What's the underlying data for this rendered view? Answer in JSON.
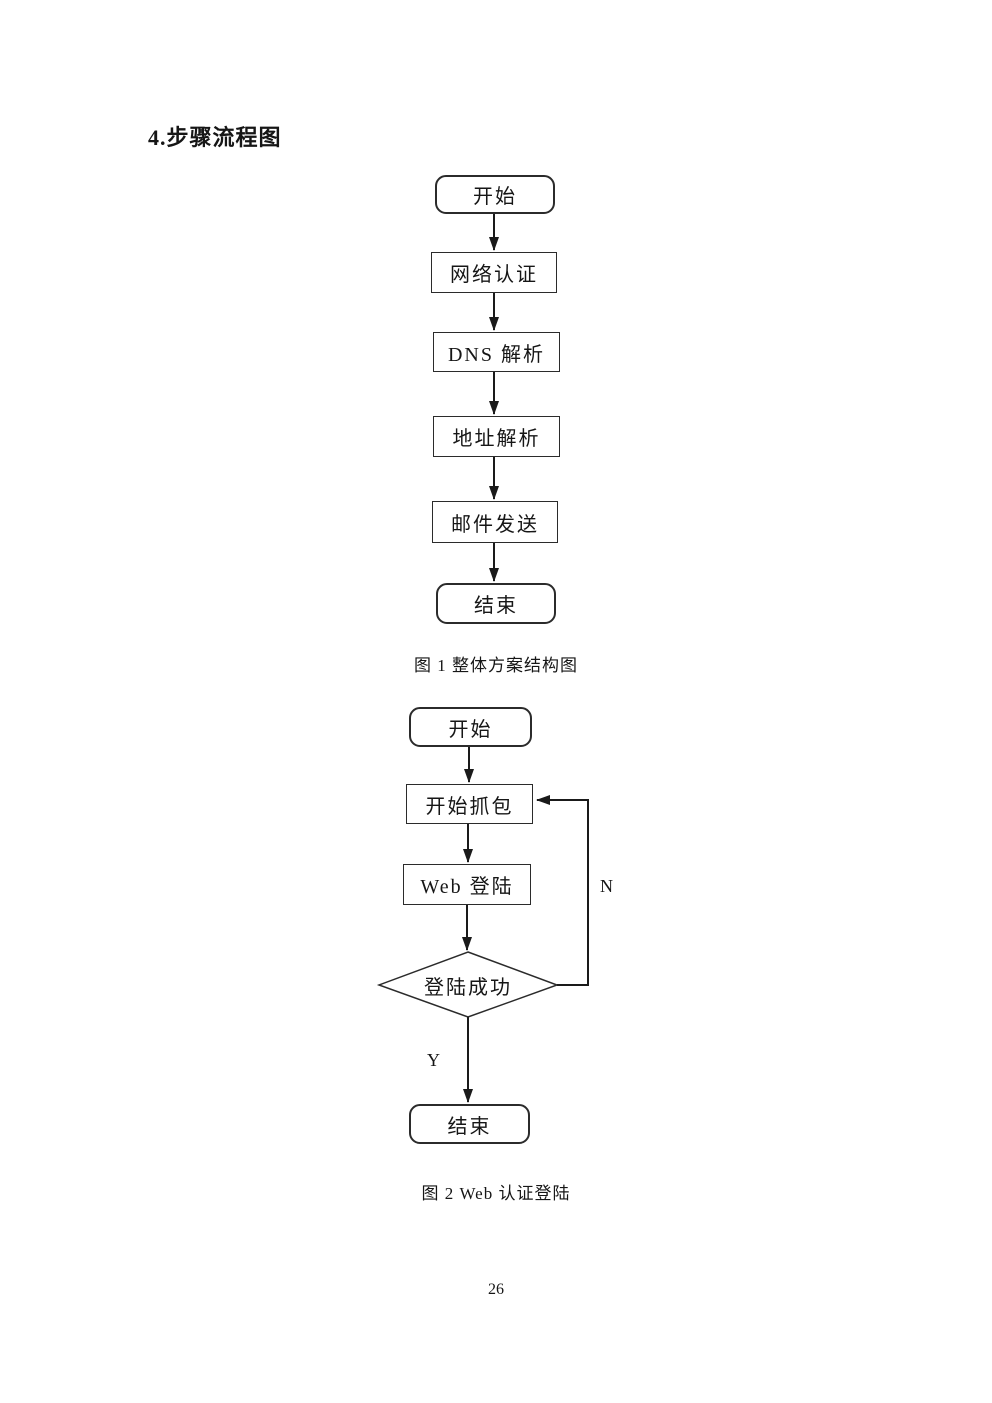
{
  "page": {
    "heading": "4.步骤流程图",
    "page_number": "26"
  },
  "figure1": {
    "type": "flowchart",
    "caption": "图 1 整体方案结构图",
    "nodes": {
      "start": "开始",
      "auth": "网络认证",
      "dns": "DNS 解析",
      "addr": "地址解析",
      "mail": "邮件发送",
      "end": "结束"
    },
    "edges": [
      [
        "开始",
        "网络认证"
      ],
      [
        "网络认证",
        "DNS 解析"
      ],
      [
        "DNS 解析",
        "地址解析"
      ],
      [
        "地址解析",
        "邮件发送"
      ],
      [
        "邮件发送",
        "结束"
      ]
    ]
  },
  "figure2": {
    "type": "flowchart",
    "caption": "图 2 Web 认证登陆",
    "nodes": {
      "start": "开始",
      "capture": "开始抓包",
      "web_login": "Web 登陆",
      "decision": "登陆成功",
      "end": "结束"
    },
    "branch_labels": {
      "no": "N",
      "yes": "Y"
    },
    "edges": [
      [
        "开始",
        "开始抓包"
      ],
      [
        "开始抓包",
        "Web 登陆"
      ],
      [
        "Web 登陆",
        "登陆成功"
      ],
      [
        "登陆成功",
        "结束",
        "Y"
      ],
      [
        "登陆成功",
        "开始抓包",
        "N"
      ]
    ]
  },
  "colors": {
    "ink": "#1a1a1a",
    "background": "#ffffff"
  }
}
